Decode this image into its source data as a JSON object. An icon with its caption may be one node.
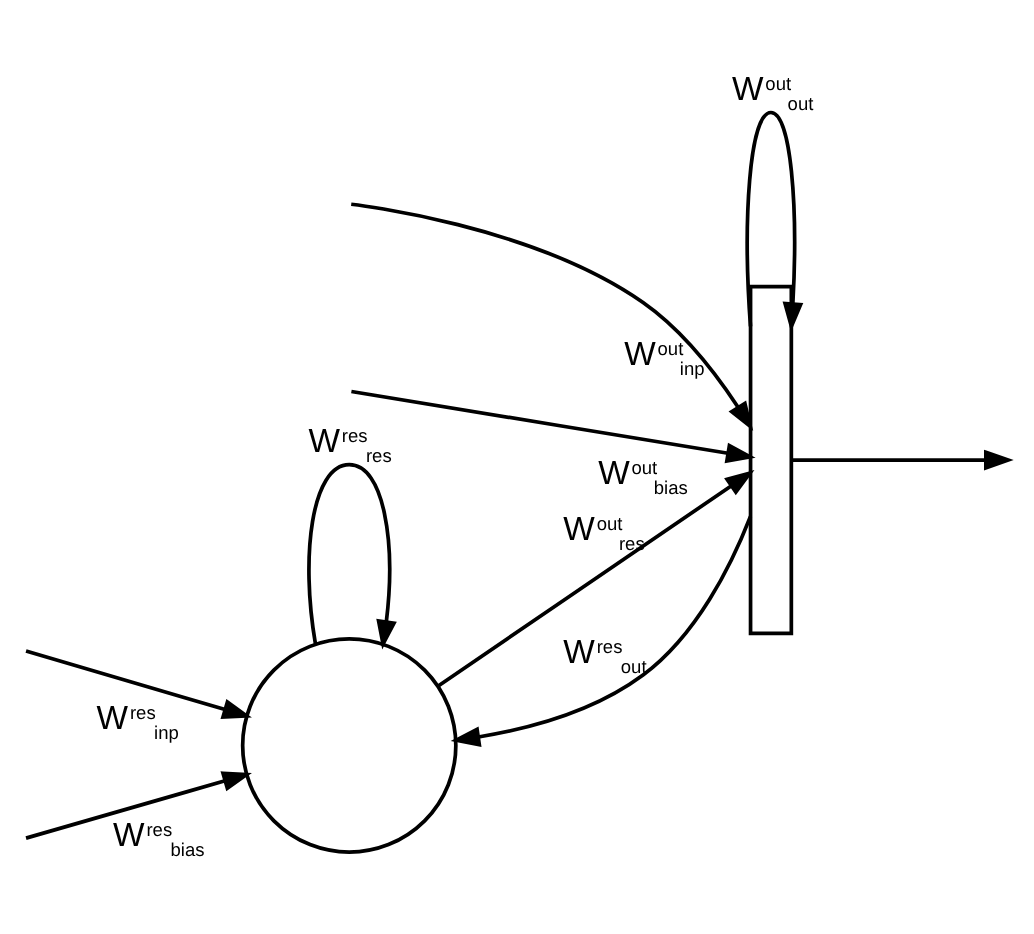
{
  "diagram": {
    "nodes": [
      {
        "text": [],
        "shape": "circle"
      },
      {
        "text": [],
        "shape": "bar"
      }
    ],
    "edges": [
      {
        "from": null,
        "to": 0,
        "arrow": "to",
        "label": "W$^{res}$$_{inp}$"
      },
      {
        "from": null,
        "to": 1,
        "arrow": "to",
        "label": "W$^{out}$$_{inp}$"
      },
      {
        "from": null,
        "to": 0,
        "arrow": "to",
        "label": "W$^{res}$$_{bias}$"
      },
      {
        "from": null,
        "to": 1,
        "arrow": "to",
        "label": "W$^{out}$$_{bias}$"
      },
      {
        "from": 0,
        "to": 1,
        "arrow": "to",
        "label": "W$^{out}$$_{res}$"
      },
      {
        "from": 1,
        "to": 0,
        "arrow": "to",
        "label": "W$^{res}$$_{out}$"
      },
      {
        "from": 0,
        "to": 0,
        "arrow": "to",
        "label": "W$^{res}$$_{res}$"
      },
      {
        "from": 1,
        "to": 1,
        "arrow": "to",
        "label": "W$^{out}$$_{out}$"
      },
      {
        "from": 1,
        "to": null,
        "arrow": "to"
      }
    ]
  }
}
